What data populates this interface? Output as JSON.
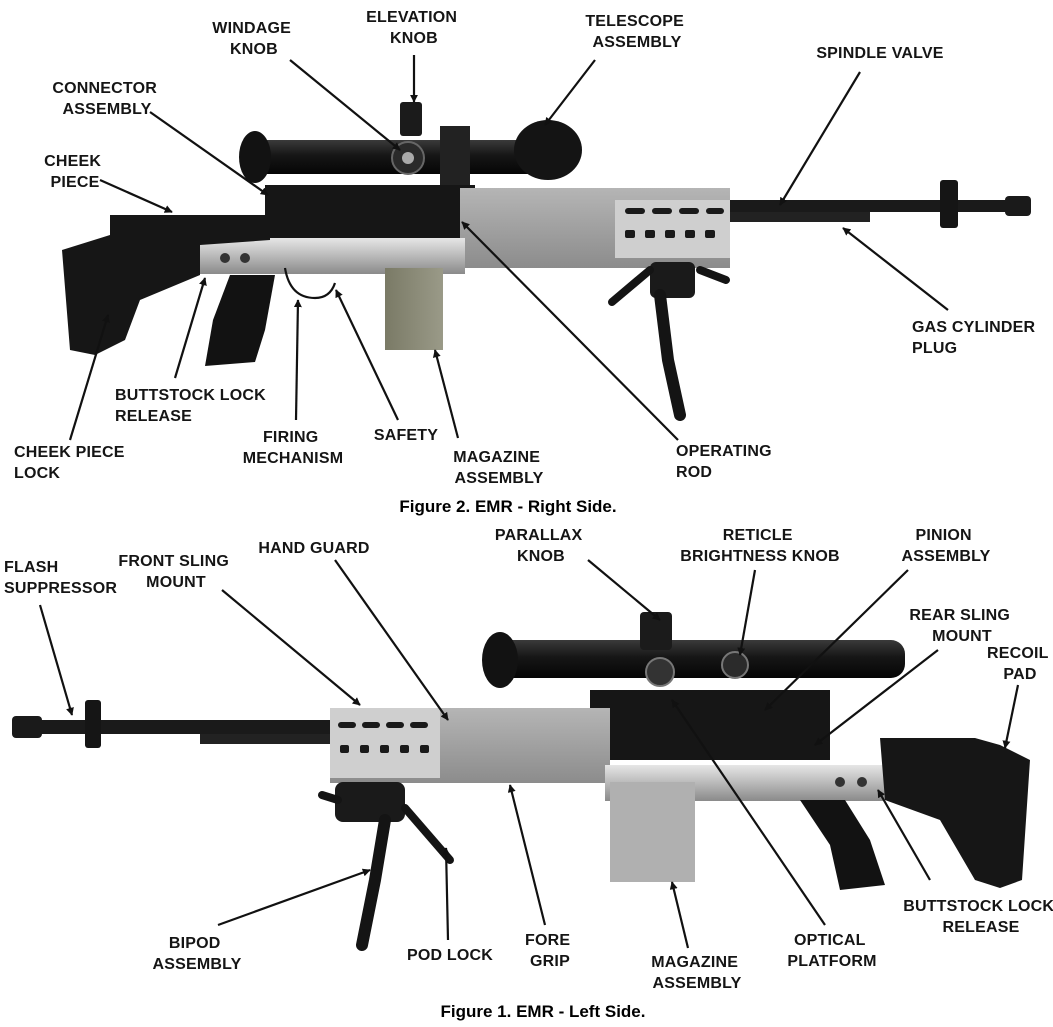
{
  "figure_right": {
    "caption": "Figure 2.   EMR - Right Side.",
    "labels": {
      "windage_knob": [
        "WINDAGE",
        "KNOB"
      ],
      "elevation_knob": [
        "ELEVATION",
        "KNOB"
      ],
      "telescope_assembly": [
        "TELESCOPE",
        "ASSEMBLY"
      ],
      "spindle_valve": [
        "SPINDLE VALVE"
      ],
      "connector_assembly": [
        "CONNECTOR",
        "ASSEMBLY"
      ],
      "cheek_piece": [
        "CHEEK",
        "PIECE"
      ],
      "gas_cylinder_plug": [
        "GAS CYLINDER",
        "PLUG"
      ],
      "buttstock_lock_release": [
        "BUTTSTOCK LOCK",
        "RELEASE"
      ],
      "cheek_piece_lock": [
        "CHEEK PIECE",
        "LOCK"
      ],
      "firing_mechanism": [
        "FIRING",
        "MECHANISM"
      ],
      "safety": [
        "SAFETY"
      ],
      "magazine_assembly": [
        "MAGAZINE",
        "ASSEMBLY"
      ],
      "operating_rod": [
        "OPERATING",
        "ROD"
      ]
    }
  },
  "figure_left": {
    "caption": "Figure 1.   EMR - Left Side.",
    "labels": {
      "flash_suppressor": [
        "FLASH",
        "SUPPRESSOR"
      ],
      "front_sling_mount": [
        "FRONT SLING",
        "MOUNT"
      ],
      "hand_guard": [
        "HAND GUARD"
      ],
      "parallax_knob": [
        "PARALLAX",
        "KNOB"
      ],
      "reticle_brightness_knob": [
        "RETICLE",
        "BRIGHTNESS KNOB"
      ],
      "pinion_assembly": [
        "PINION",
        "ASSEMBLY"
      ],
      "rear_sling_mount": [
        "REAR SLING",
        "MOUNT"
      ],
      "recoil_pad": [
        "RECOIL",
        "PAD"
      ],
      "bipod_assembly": [
        "BIPOD",
        "ASSEMBLY"
      ],
      "pod_lock": [
        "POD LOCK"
      ],
      "fore_grip": [
        "FORE",
        "GRIP"
      ],
      "magazine_assembly": [
        "MAGAZINE",
        "ASSEMBLY"
      ],
      "optical_platform": [
        "OPTICAL",
        "PLATFORM"
      ],
      "buttstock_lock_release": [
        "BUTTSTOCK LOCK",
        "RELEASE"
      ]
    }
  }
}
